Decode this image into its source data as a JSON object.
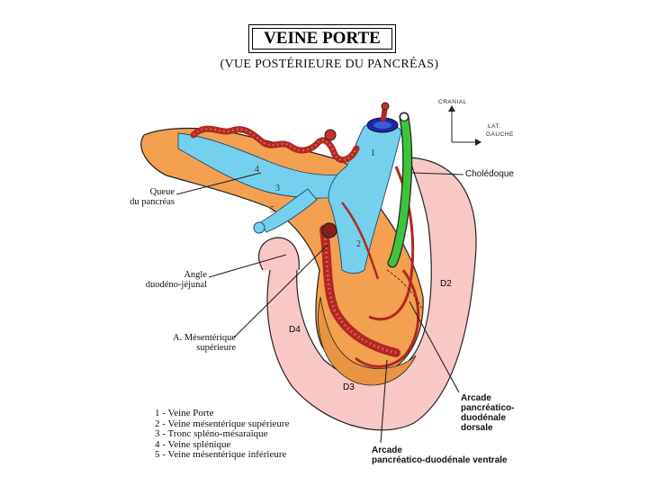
{
  "title": "VEINE PORTE",
  "subtitle": "(VUE POSTÉRIEURE DU PANCRÉAS)",
  "orientation": {
    "up": "CRANIAL",
    "right_line1": "LAT.",
    "right_line2": "GAUCHE"
  },
  "labels": {
    "queue_line1": "Queue",
    "queue_line2": "du pancréas",
    "angle_line1": "Angle",
    "angle_line2": "duodéno-jéjunal",
    "ams_line1": "A. Mésentérique",
    "ams_line2": "supérieure",
    "choledoque": "Cholédoque",
    "arcade_dorsale_line1": "Arcade",
    "arcade_dorsale_line2": "pancréatico-",
    "arcade_dorsale_line3": "duodénale",
    "arcade_dorsale_line4": "dorsale",
    "arcade_ventrale_line1": "Arcade",
    "arcade_ventrale_line2": "pancréatico-duodénale ventrale"
  },
  "segments": {
    "d2": "D2",
    "d3": "D3",
    "d4": "D4"
  },
  "numbers": {
    "n1": "1",
    "n2": "2",
    "n3": "3",
    "n4": "4",
    "n5": "5"
  },
  "legend": [
    "1 - Veine Porte",
    "2 - Veine mésentérique supérieure",
    "3 - Tronc spléno-mésaraïque",
    "4 - Veine splénique",
    "5 - Veine mésentérique inférieure"
  ],
  "colors": {
    "pancreas": "#f3a050",
    "duodenum": "#f8c8c6",
    "vein": "#74d0ec",
    "artery": "#c8302a",
    "bile_duct": "#3ec43c",
    "portal_cut": "#1a2aa0"
  }
}
